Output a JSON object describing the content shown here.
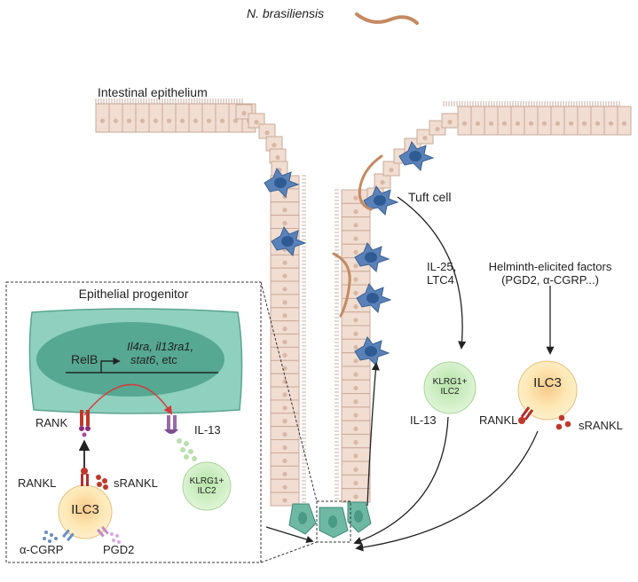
{
  "colors": {
    "epithelium_cell": "#f1ddd2",
    "epithelium_border": "#c9ab9b",
    "tuft_cell": "#5a82b8",
    "worm": "#c48a63",
    "stem_cell": "#6fb8a4",
    "progenitor_fill": "#8fd0bf",
    "progenitor_nucleus": "#56a892",
    "ilc3_fill": "#fce3a6",
    "ilc2_fill": "#cfeec4",
    "rank_ligand": "#c0392b",
    "arrow": "#222222",
    "red_arrow": "#d33b3b"
  },
  "title_worm": "N. brasiliensis",
  "epithelium_label": "Intestinal epithelium",
  "tuft_label": "Tuft cell",
  "tuft_signal": [
    "IL-25,",
    "LTC4"
  ],
  "ilc2_main": [
    "KLRG1+",
    "ILC2"
  ],
  "il13_main": "IL-13",
  "helminth_factors": [
    "Helminth-elicited factors",
    "(PGD2, α-CGRP...)"
  ],
  "ilc3_main": "ILC3",
  "rankl_main": "RANKL",
  "srankl_main": "sRANKL",
  "inset": {
    "title": "Epithelial progenitor",
    "relb": "RelB",
    "genes_line1": "Il4ra, il13ra1,",
    "genes_line2_italic": "stat6",
    "genes_line2_plain": ", etc",
    "rank": "RANK",
    "il13": "IL-13",
    "rankl": "RANKL",
    "srankl": "sRANKL",
    "ilc3": "ILC3",
    "alpha_cgrp": "α-CGRP",
    "pgd2": "PGD2",
    "ilc2": [
      "KLRG1+",
      "ILC2"
    ]
  },
  "icons": [
    "worm-icon",
    "tuft-cell-icon",
    "receptor-icon",
    "ligand-dots-icon"
  ]
}
